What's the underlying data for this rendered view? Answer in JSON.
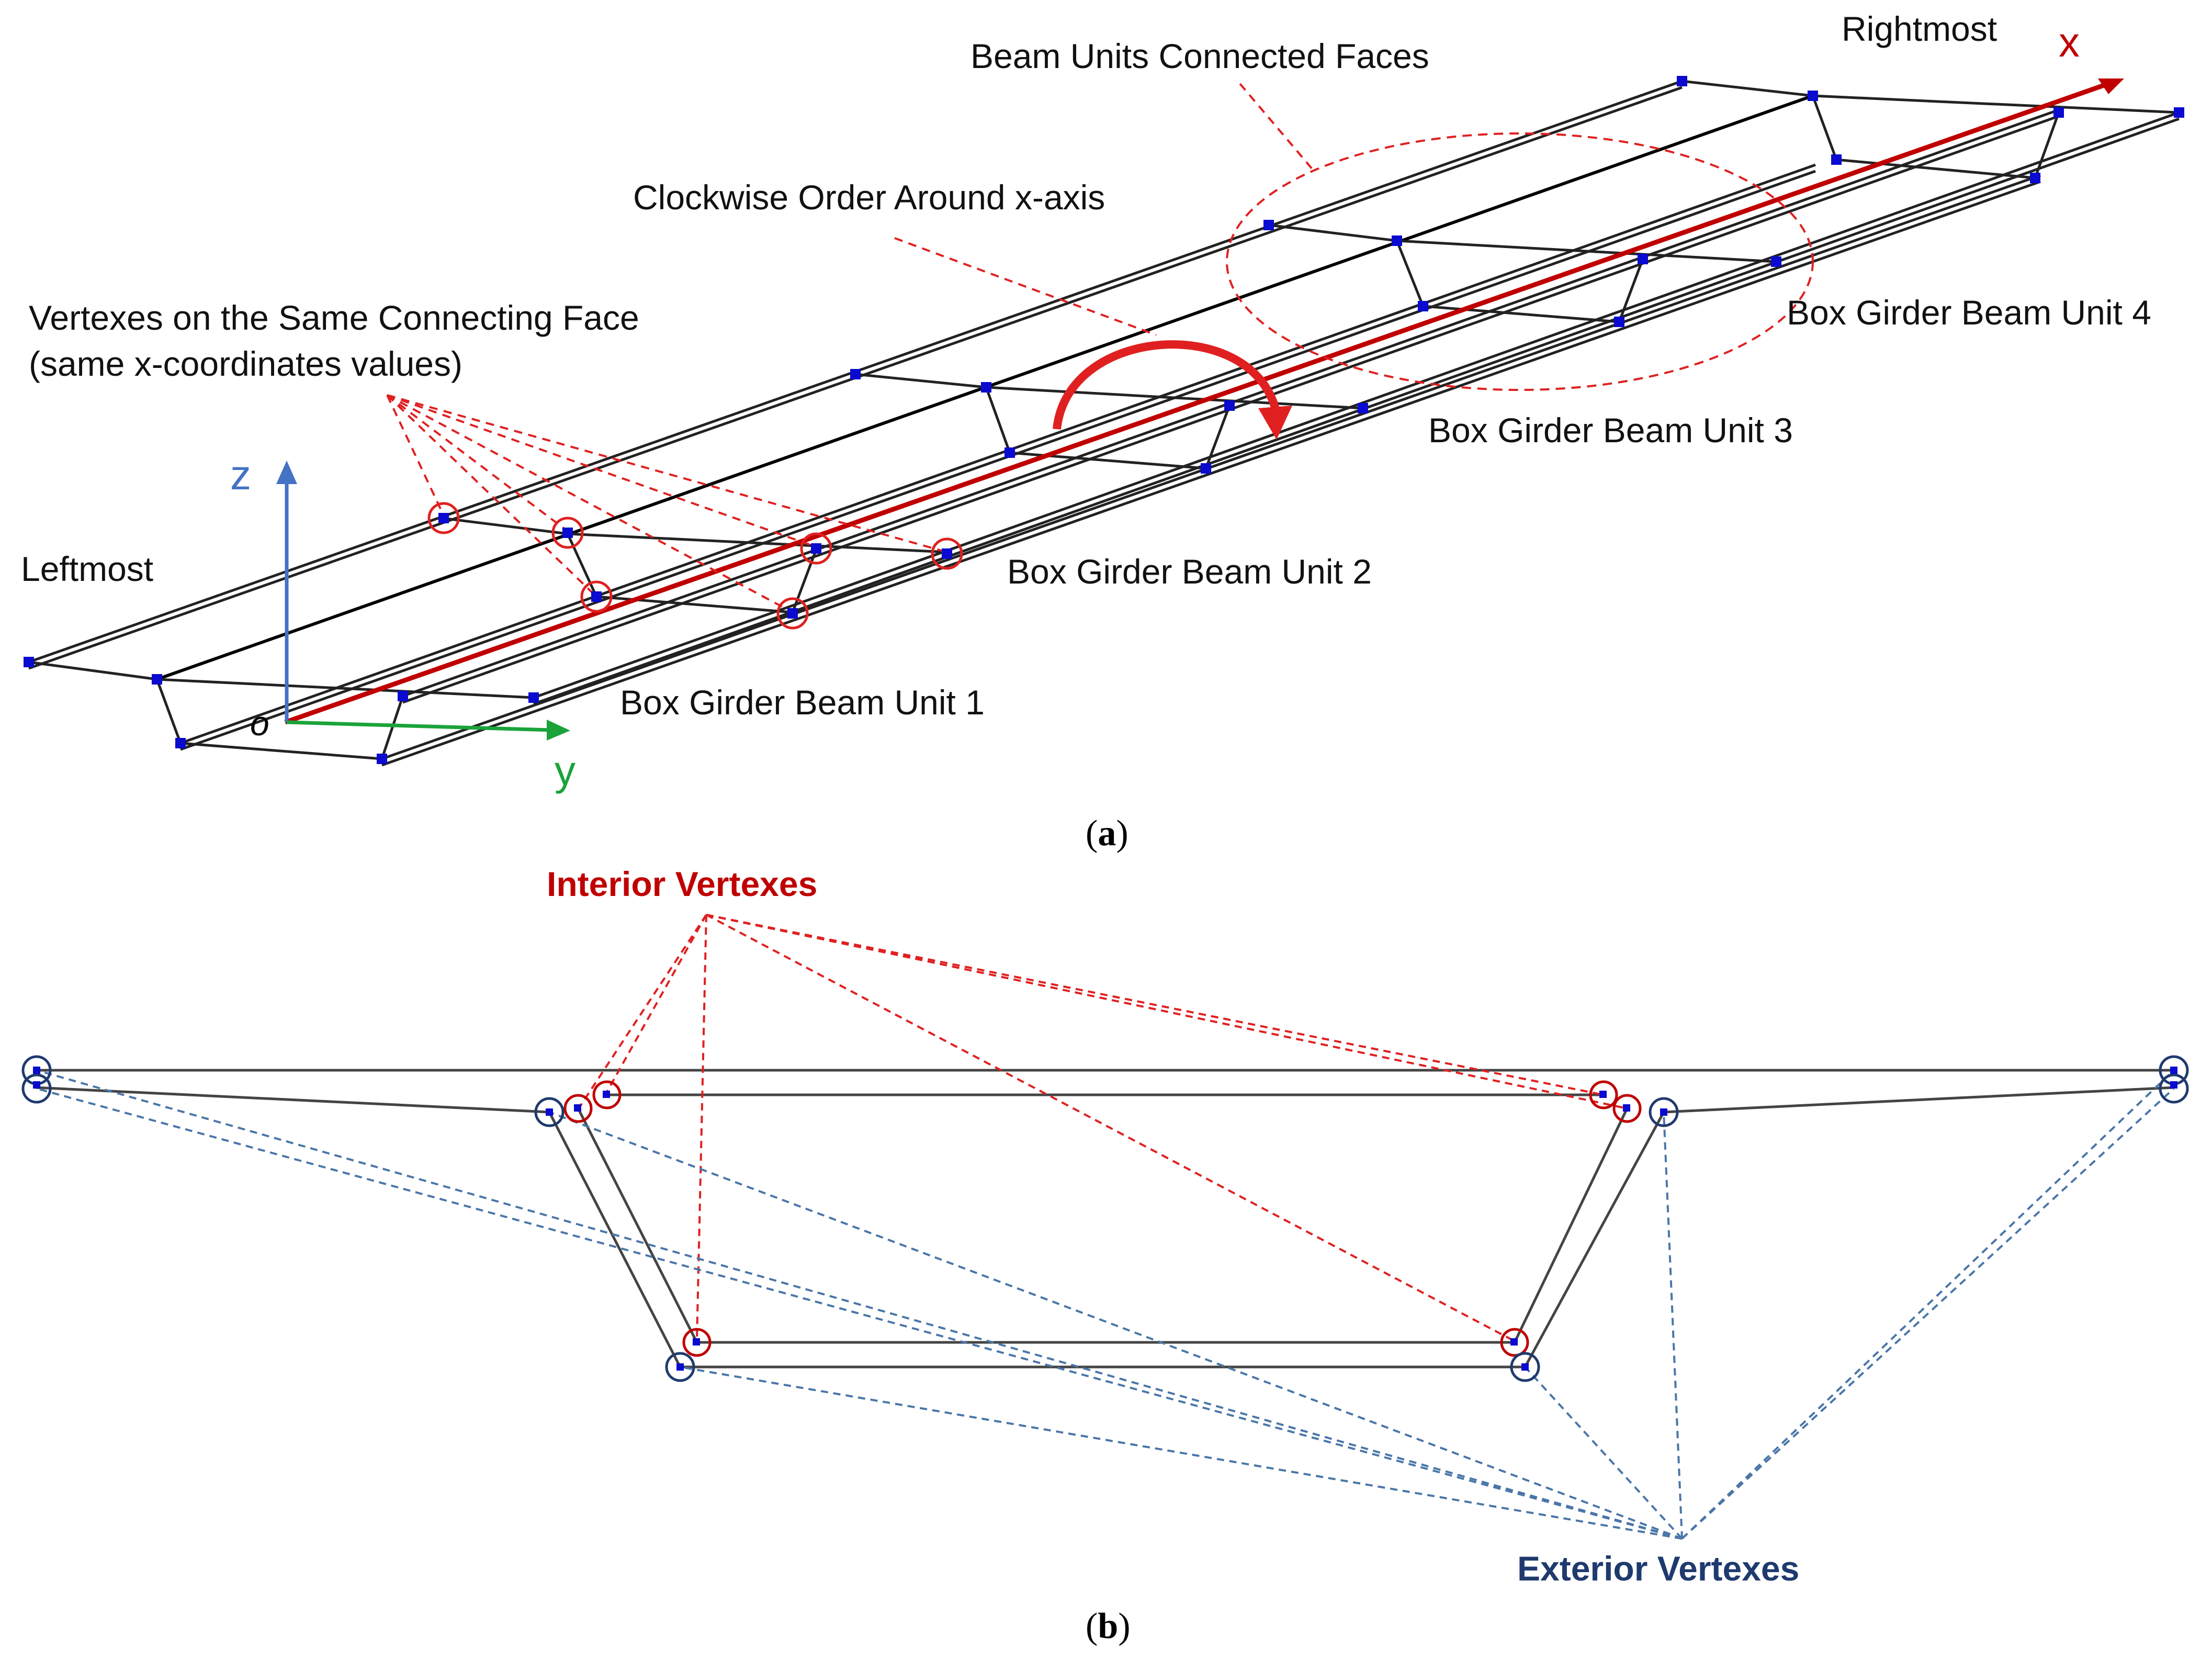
{
  "panel_a": {
    "caption_open": "(",
    "caption_letter": "a",
    "caption_close": ")",
    "labels": {
      "beam_units_connected_faces": "Beam Units Connected Faces",
      "rightmost": "Rightmost",
      "clockwise_order": "Clockwise Order Around x-axis",
      "vertexes_same_face_line1": "Vertexes on the Same Connecting Face",
      "vertexes_same_face_line2": "(same x-coordinates values)",
      "leftmost": "Leftmost",
      "unit1": "Box Girder Beam Unit 1",
      "unit2": "Box Girder Beam Unit 2",
      "unit3": "Box Girder Beam Unit 3",
      "unit4": "Box Girder Beam Unit 4"
    },
    "axes": {
      "x": "x",
      "y": "y",
      "z": "z",
      "origin": "o"
    },
    "colors": {
      "x_axis": "#c00000",
      "y_axis": "#1aa33a",
      "z_axis": "#4472c4",
      "vertex": "#0a0ad0",
      "callout": "#e02020"
    }
  },
  "panel_b": {
    "caption_open": "(",
    "caption_letter": "b",
    "caption_close": ")",
    "labels": {
      "interior_vertexes": "Interior Vertexes",
      "exterior_vertexes": "Exterior Vertexes"
    },
    "colors": {
      "interior": "#c00000",
      "exterior": "#1f3a6e",
      "exterior_lines": "#4a76a8"
    }
  }
}
